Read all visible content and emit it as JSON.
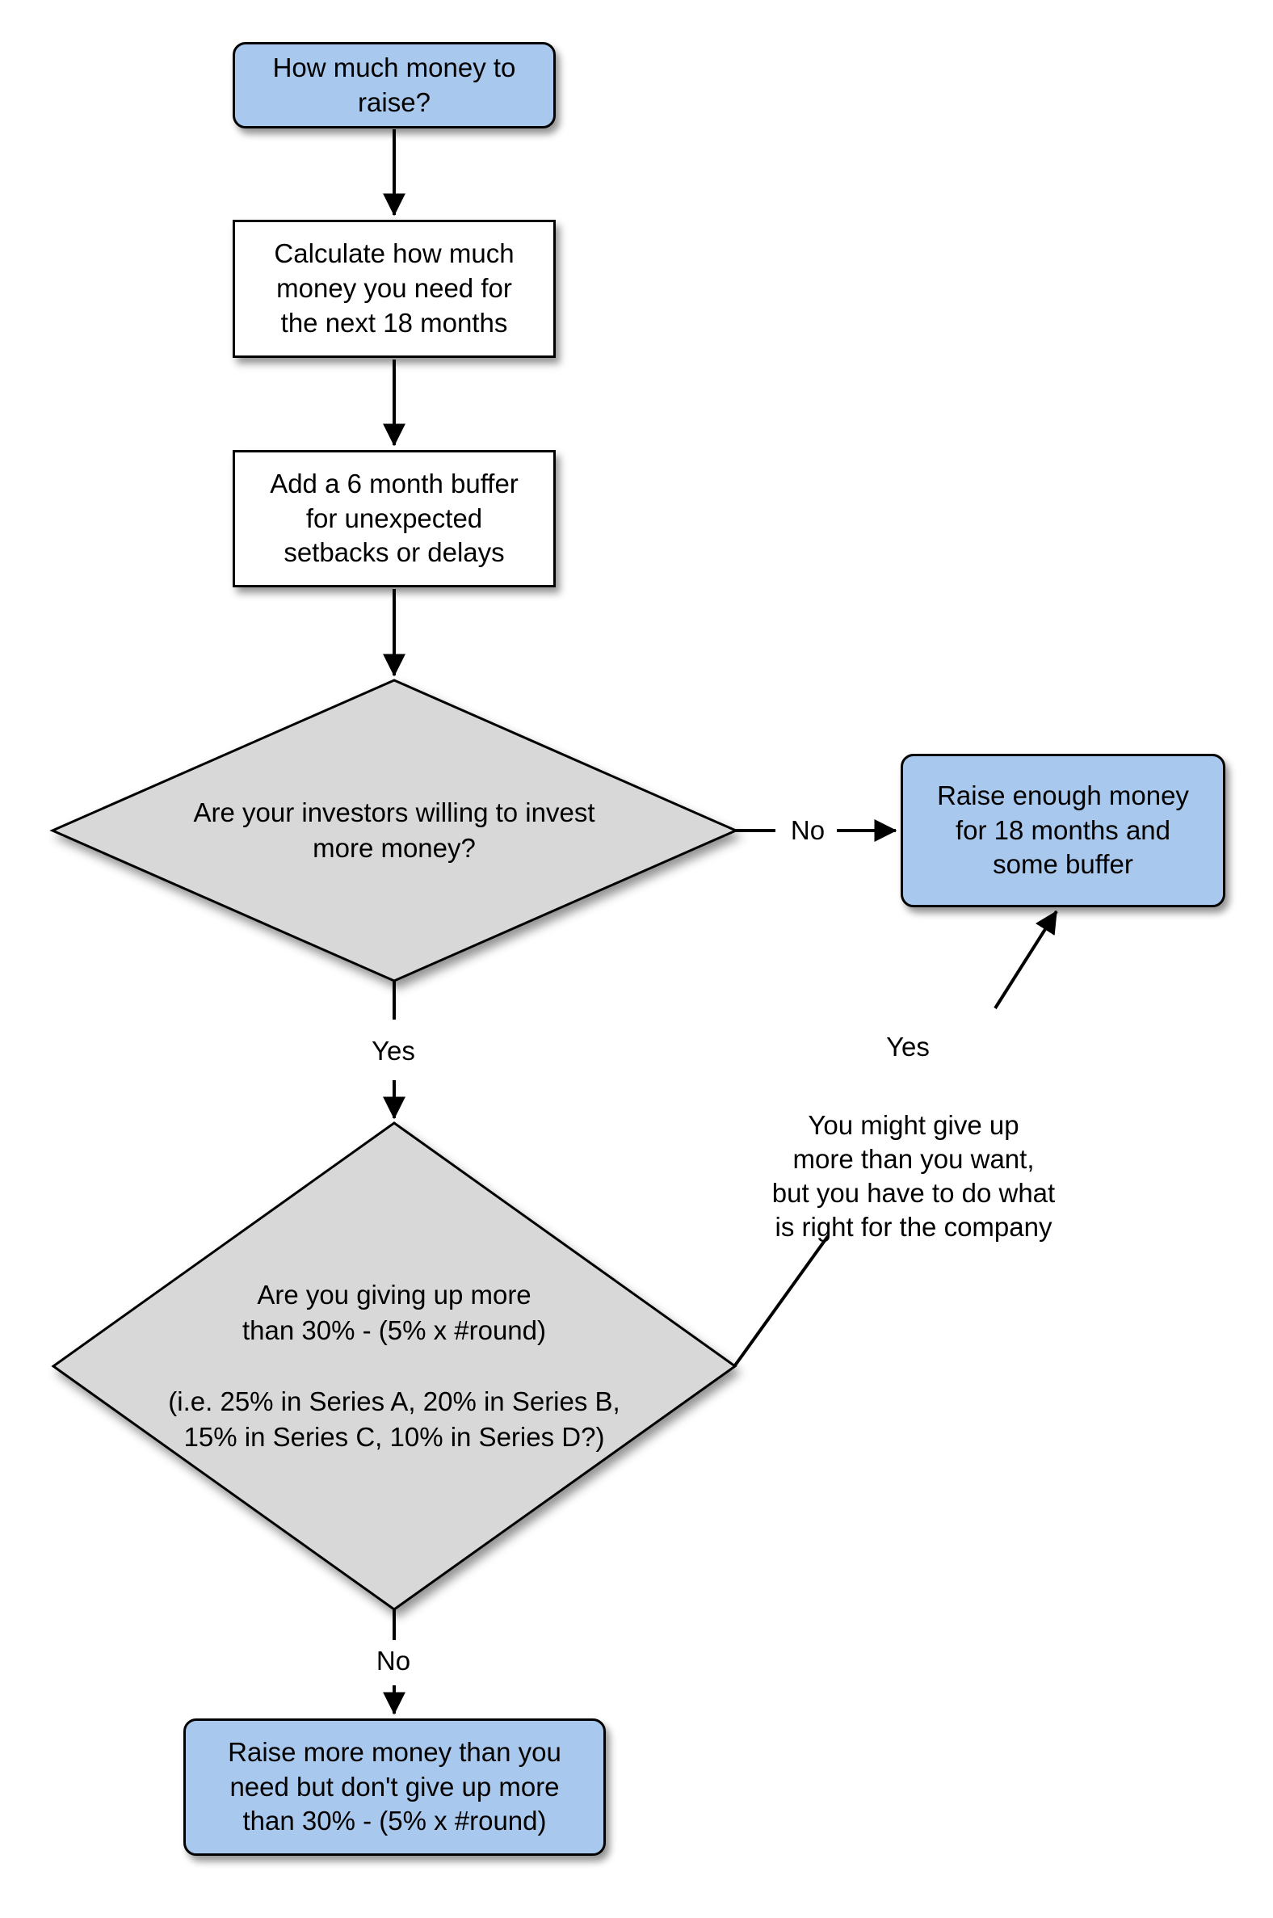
{
  "nodes": {
    "start": "How much money to\nraise?",
    "calc": "Calculate how much\nmoney you need for\nthe next 18 months",
    "buffer": "Add a 6 month buffer\nfor unexpected\nsetbacks or delays",
    "decision_investors": "Are your investors willing to invest\nmore money?",
    "raise_enough": "Raise enough money\nfor 18 months and\nsome buffer",
    "decision_dilution": "Are you giving up more\nthan 30% - (5% x #round)\n\n(i.e. 25% in Series A, 20% in Series B,\n15% in Series C, 10% in Series D?)",
    "raise_more": "Raise more money than you\nneed but don't give up more\nthan 30% - (5% x #round)"
  },
  "edge_labels": {
    "investors_no": "No",
    "investors_yes": "Yes",
    "dilution_yes": "Yes",
    "dilution_no": "No"
  },
  "annotation": "You might give up\nmore than you want,\nbut you have to do what\nis right for the company",
  "colors": {
    "terminal_fill": "#A9C8ED",
    "process_fill": "#FFFFFF",
    "decision_fill": "#D8D8D8",
    "stroke": "#000000"
  }
}
